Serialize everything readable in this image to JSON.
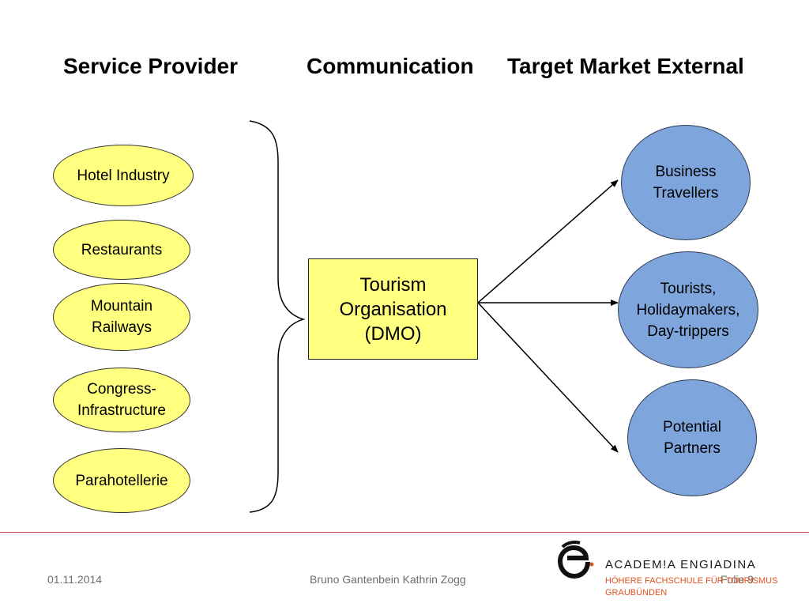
{
  "headings": {
    "service_provider": "Service Provider",
    "communication": "Communication",
    "target_market": "Target Market External"
  },
  "providers": [
    {
      "line1": "Hotel Industry"
    },
    {
      "line1": "Restaurants"
    },
    {
      "line1": "Mountain",
      "line2": "Railways"
    },
    {
      "line1": "Congress-",
      "line2": "Infrastructure"
    },
    {
      "line1": "Parahotellerie"
    }
  ],
  "dmo": {
    "line1": "Tourism",
    "line2": "Organisation",
    "line3": "(DMO)"
  },
  "targets": [
    {
      "line1": "Business",
      "line2": "Travellers"
    },
    {
      "line1": "Tourists,",
      "line2": "Holidaymakers,",
      "line3": "Day-trippers"
    },
    {
      "line1": "Potential",
      "line2": "Partners"
    }
  ],
  "footer": {
    "date": "01.11.2014",
    "authors": "Bruno Gantenbein Kathrin Zogg",
    "folio": "Folie 9"
  },
  "logo": {
    "name": "ACADEM!A ENGIADINA",
    "sub_line1": "HÖHERE FACHSCHULE FÜR TOURISMUS",
    "sub_line2": "GRAUBÜNDEN"
  },
  "colors": {
    "provider_fill": "#ffff80",
    "target_fill": "#7ea6dc",
    "footer_rule": "#c0504d",
    "logo_accent": "#e0521e"
  }
}
